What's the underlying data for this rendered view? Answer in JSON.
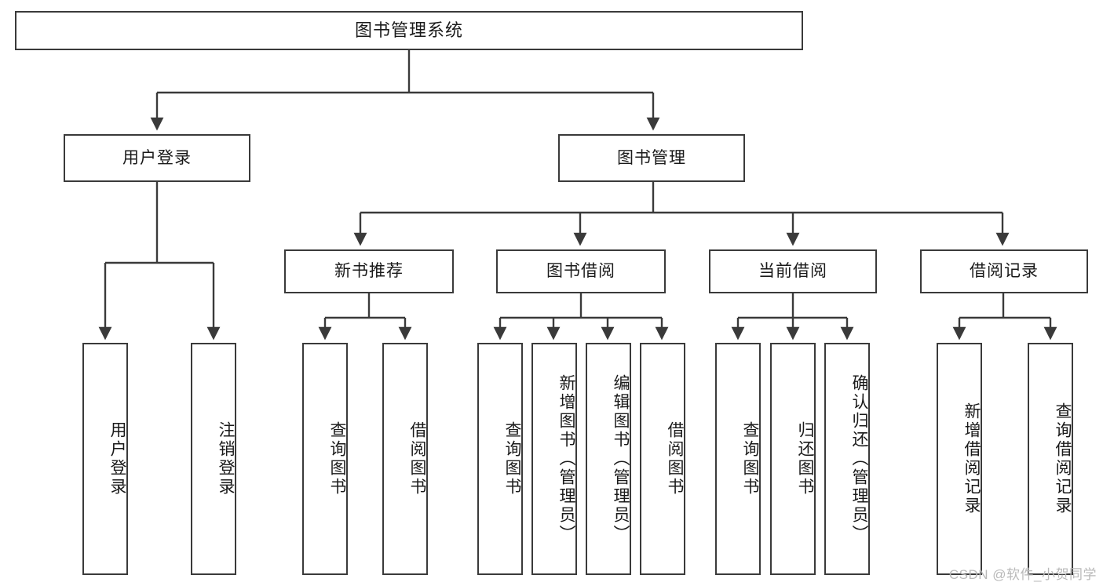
{
  "diagram": {
    "type": "tree-hierarchy",
    "title_node": "图书管理系统",
    "watermark": "CSDN @软件_小贺同学",
    "line_color": "#3a3a3a",
    "box_fill": "#ffffff",
    "text_color": "#1a1a1a",
    "watermark_color": "#b9b9b9"
  },
  "nodes": {
    "root": {
      "label": "图书管理系统"
    },
    "level2": [
      {
        "label": "用户登录"
      },
      {
        "label": "图书管理"
      }
    ],
    "level3": [
      {
        "label": "新书推荐"
      },
      {
        "label": "图书借阅"
      },
      {
        "label": "当前借阅"
      },
      {
        "label": "借阅记录"
      }
    ],
    "leaves_user_login": [
      {
        "label": "用户登录"
      },
      {
        "label": "注销登录"
      }
    ],
    "leaves_new_book": [
      {
        "label": "查询图书"
      },
      {
        "label": "借阅图书"
      }
    ],
    "leaves_borrow": [
      {
        "label": "查询图书"
      },
      {
        "label": "新增图书（管理员）"
      },
      {
        "label": "编辑图书（管理员）"
      },
      {
        "label": "借阅图书"
      }
    ],
    "leaves_current": [
      {
        "label": "查询图书"
      },
      {
        "label": "归还图书"
      },
      {
        "label": "确认归还（管理员）"
      }
    ],
    "leaves_records": [
      {
        "label": "新增借阅记录"
      },
      {
        "label": "查询借阅记录"
      }
    ]
  }
}
